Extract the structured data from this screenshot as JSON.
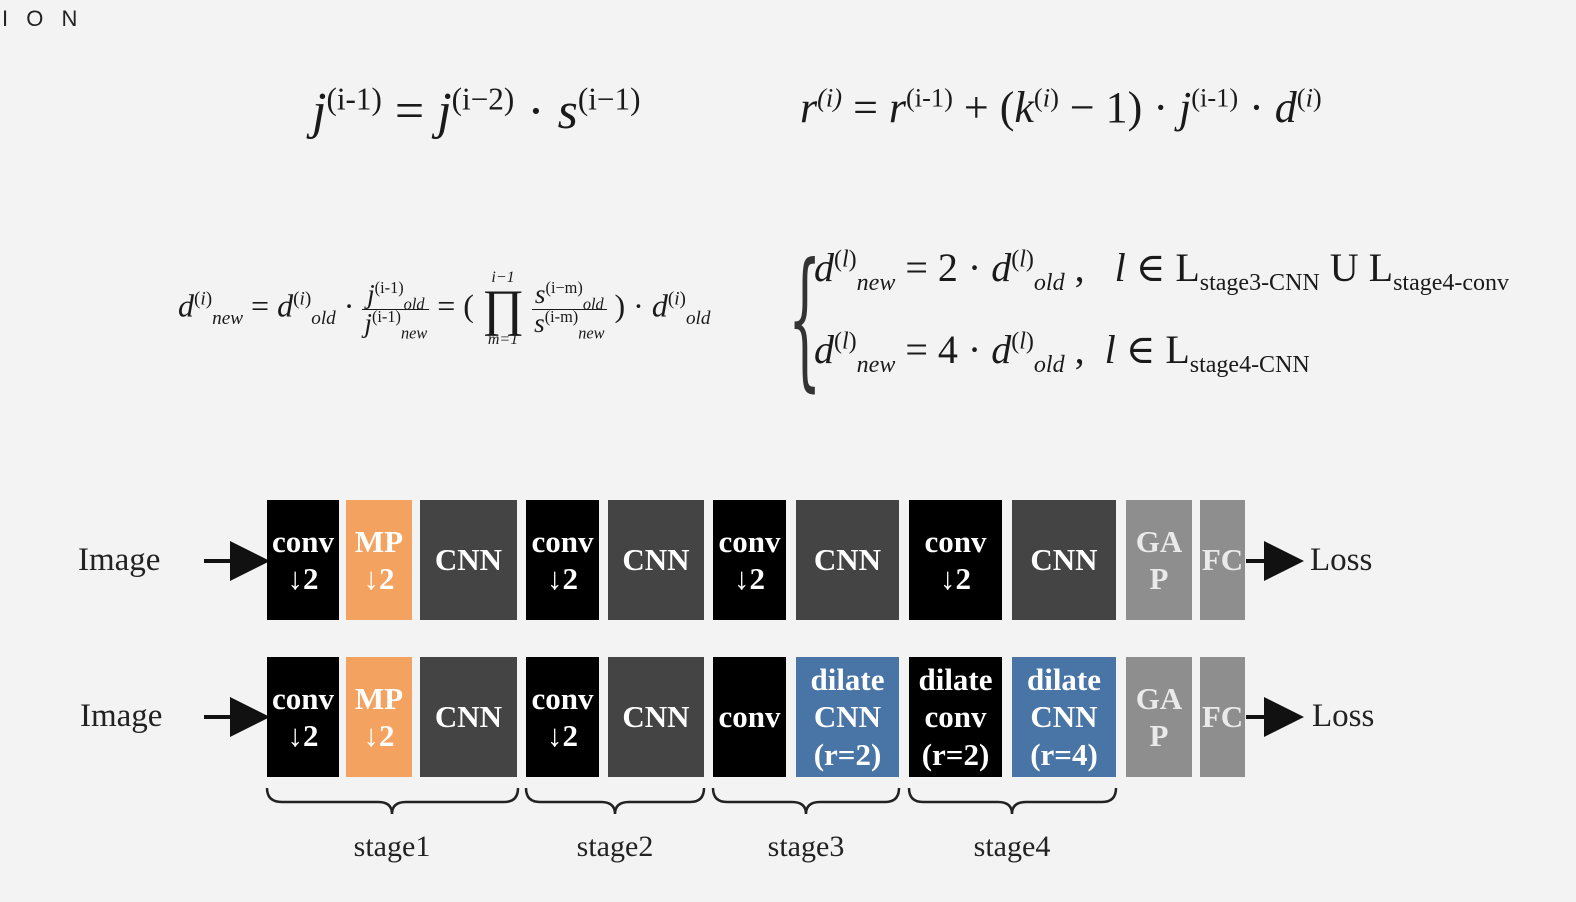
{
  "corner_text": "I O N",
  "equations": {
    "jump": {
      "lhs_var": "j",
      "lhs_idx": "(i-1)",
      "rhs1_var": "j",
      "rhs1_idx": "(i−2)",
      "dot": "·",
      "rhs2_var": "s",
      "rhs2_idx": "(i−1)"
    },
    "receptive": {
      "text": "r(i) = r(i-1) + (k(i) − 1) · j(i-1) · d(i)"
    },
    "dilation": {
      "text": "d_new(i) = d_old(i) · j_old(i-1)/j_new(i-1) = (∏ m=1..i-1 s_old(i−m)/s_new(i-m)) · d_old(i)"
    },
    "case1_cond": "l ∈ Lstage3-CNN U Lstage4-conv",
    "case2_cond": "l ∈ Lstage4-CNN",
    "factor1": "2",
    "factor2": "4"
  },
  "diagram": {
    "input_label": "Image",
    "output_label": "Loss",
    "row1_blocks": [
      {
        "lines": [
          "conv",
          "↓2"
        ],
        "color": "black"
      },
      {
        "lines": [
          "MP",
          "↓2"
        ],
        "color": "orange"
      },
      {
        "lines": [
          "CNN"
        ],
        "color": "dark"
      },
      {
        "lines": [
          "conv",
          "↓2"
        ],
        "color": "black"
      },
      {
        "lines": [
          "CNN"
        ],
        "color": "dark"
      },
      {
        "lines": [
          "conv",
          "↓2"
        ],
        "color": "black"
      },
      {
        "lines": [
          "CNN"
        ],
        "color": "dark"
      },
      {
        "lines": [
          "conv",
          "↓2"
        ],
        "color": "black"
      },
      {
        "lines": [
          "CNN"
        ],
        "color": "dark"
      },
      {
        "lines": [
          "GA",
          "P"
        ],
        "color": "gray"
      },
      {
        "lines": [
          "FC"
        ],
        "color": "gray"
      }
    ],
    "row2_blocks": [
      {
        "lines": [
          "conv",
          "↓2"
        ],
        "color": "black"
      },
      {
        "lines": [
          "MP",
          "↓2"
        ],
        "color": "orange"
      },
      {
        "lines": [
          "CNN"
        ],
        "color": "dark"
      },
      {
        "lines": [
          "conv",
          "↓2"
        ],
        "color": "black"
      },
      {
        "lines": [
          "CNN"
        ],
        "color": "dark"
      },
      {
        "lines": [
          "conv"
        ],
        "color": "black"
      },
      {
        "lines": [
          "dilate",
          "CNN",
          "(r=2)"
        ],
        "color": "blue"
      },
      {
        "lines": [
          "dilate",
          "conv",
          "(r=2)"
        ],
        "color": "black"
      },
      {
        "lines": [
          "dilate",
          "CNN",
          "(r=4)"
        ],
        "color": "blue"
      },
      {
        "lines": [
          "GA",
          "P"
        ],
        "color": "gray"
      },
      {
        "lines": [
          "FC"
        ],
        "color": "gray"
      }
    ],
    "stages": [
      "stage1",
      "stage2",
      "stage3",
      "stage4"
    ]
  },
  "colors": {
    "black": "#000000",
    "orange": "#f4a25f",
    "dark": "#444444",
    "gray": "#8e8e8e",
    "blue": "#4874a6"
  }
}
